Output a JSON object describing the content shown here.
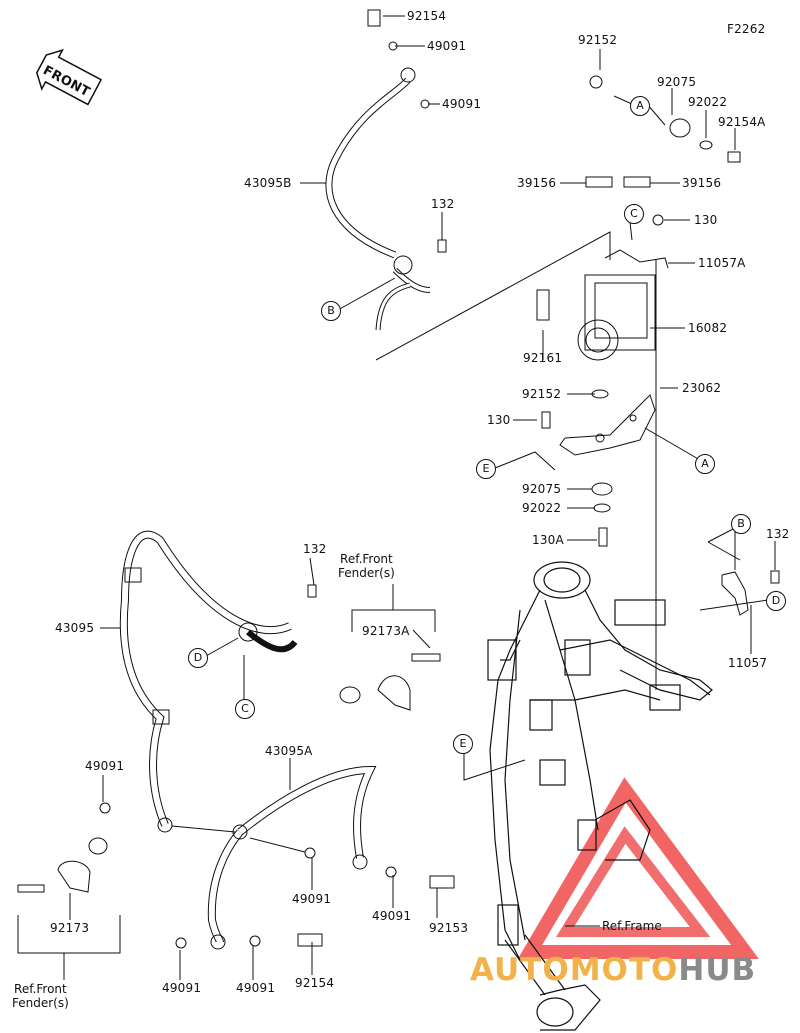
{
  "diagram_code": "F2262",
  "front_label": "FRONT",
  "watermark": {
    "part1": "AUTOMOTO",
    "part2": "HUB",
    "color1": "#f2b24a",
    "color2": "#8a8a8a",
    "triangle_color": "#ee4a4a"
  },
  "refs": {
    "front_fender_top": "Ref.Front\nFender(s)",
    "front_fender_bottom": "Ref.Front\nFender(s)",
    "frame": "Ref.Frame"
  },
  "callouts": {
    "a1": "A",
    "a2": "A",
    "b1": "B",
    "b2": "B",
    "c1": "C",
    "c2": "C",
    "d1": "D",
    "d2": "D",
    "e1": "E",
    "e2": "E"
  },
  "parts": {
    "p92154_top": "92154",
    "p49091_a": "49091",
    "p49091_b": "49091",
    "p43095B": "43095B",
    "p132_a": "132",
    "p92152_a": "92152",
    "p92075_a": "92075",
    "p92022_a": "92022",
    "p92154A": "92154A",
    "p39156_a": "39156",
    "p39156_b": "39156",
    "p130_a": "130",
    "p11057A": "11057A",
    "p16082": "16082",
    "p92161": "92161",
    "p92152_b": "92152",
    "p23062": "23062",
    "p130_b": "130",
    "p92075_b": "92075",
    "p92022_b": "92022",
    "p130A": "130A",
    "p132_b": "132",
    "p11057": "11057",
    "p132_c": "132",
    "p43095": "43095",
    "p92173A": "92173A",
    "p43095A": "43095A",
    "p49091_c": "49091",
    "p49091_d": "49091",
    "p49091_e": "49091",
    "p92153": "92153",
    "p92173": "92173",
    "p49091_f": "49091",
    "p49091_g": "49091",
    "p92154_bot": "92154"
  }
}
